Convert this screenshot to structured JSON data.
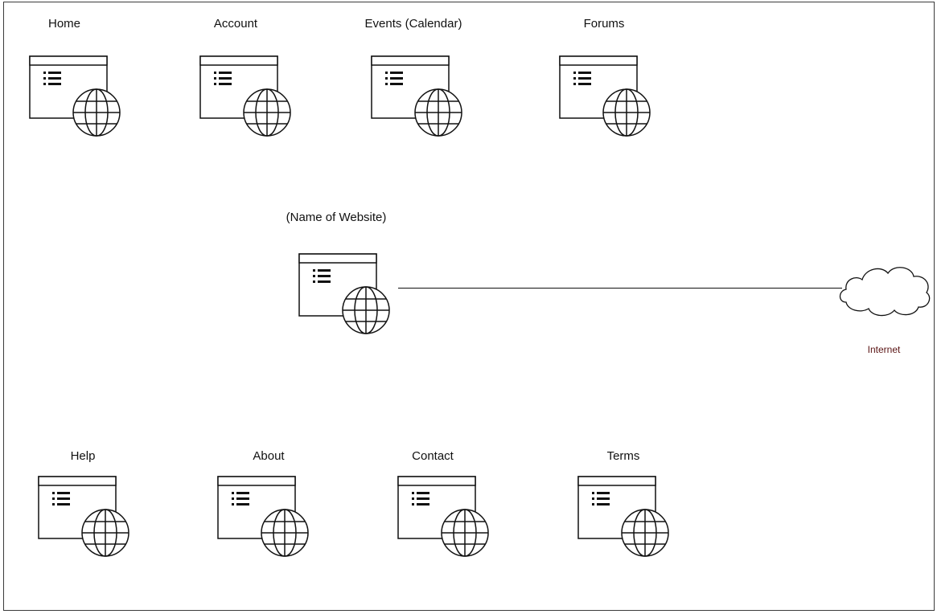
{
  "diagram": {
    "center": {
      "label": "(Name of Website)",
      "icon": "web-page-icon"
    },
    "pages_top": [
      {
        "label": "Home",
        "icon": "web-page-icon"
      },
      {
        "label": "Account",
        "icon": "web-page-icon"
      },
      {
        "label": "Events (Calendar)",
        "icon": "web-page-icon"
      },
      {
        "label": "Forums",
        "icon": "web-page-icon"
      }
    ],
    "pages_bottom": [
      {
        "label": "Help",
        "icon": "web-page-icon"
      },
      {
        "label": "About",
        "icon": "web-page-icon"
      },
      {
        "label": "Contact",
        "icon": "web-page-icon"
      },
      {
        "label": "Terms",
        "icon": "web-page-icon"
      }
    ],
    "cloud": {
      "label": "Internet",
      "icon": "cloud-icon",
      "label_color": "#5a1414"
    }
  }
}
